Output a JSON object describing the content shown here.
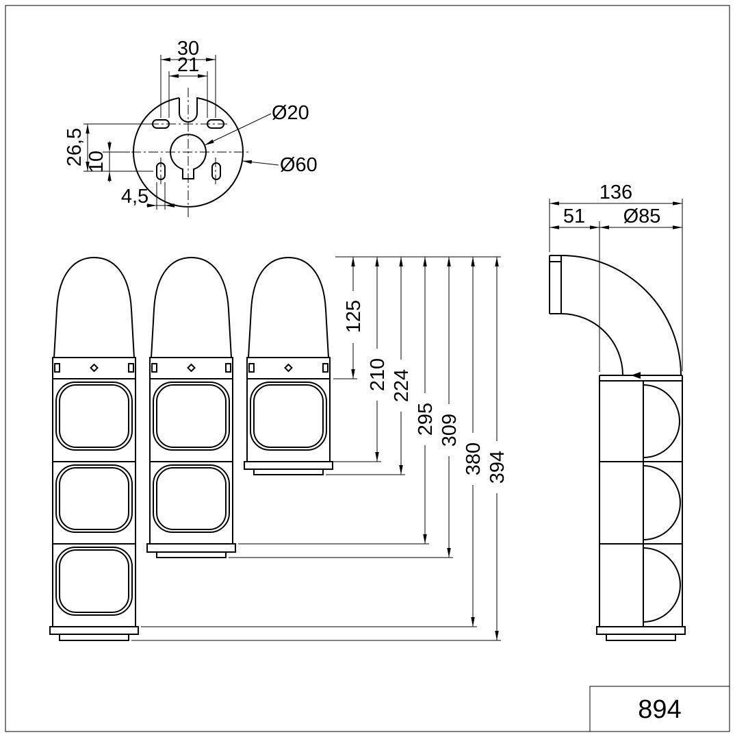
{
  "title_block": {
    "part_number": "894"
  },
  "top_view": {
    "slot_spacing": "30",
    "slot_inner_spacing": "21",
    "center_hole_diameter": "Ø20",
    "flange_diameter": "Ø60",
    "slot_row_spacing": "26,5",
    "lower_slot_offset": "10",
    "slot_width": "4,5"
  },
  "front_view": {
    "head_height": "125",
    "tier1_height": "210",
    "tier1_total": "224",
    "tier2_height": "295",
    "tier2_total": "309",
    "tier3_height": "380",
    "tier3_total": "394"
  },
  "side_view": {
    "overall_depth": "136",
    "bracket_offset": "51",
    "body_diameter": "Ø85"
  }
}
